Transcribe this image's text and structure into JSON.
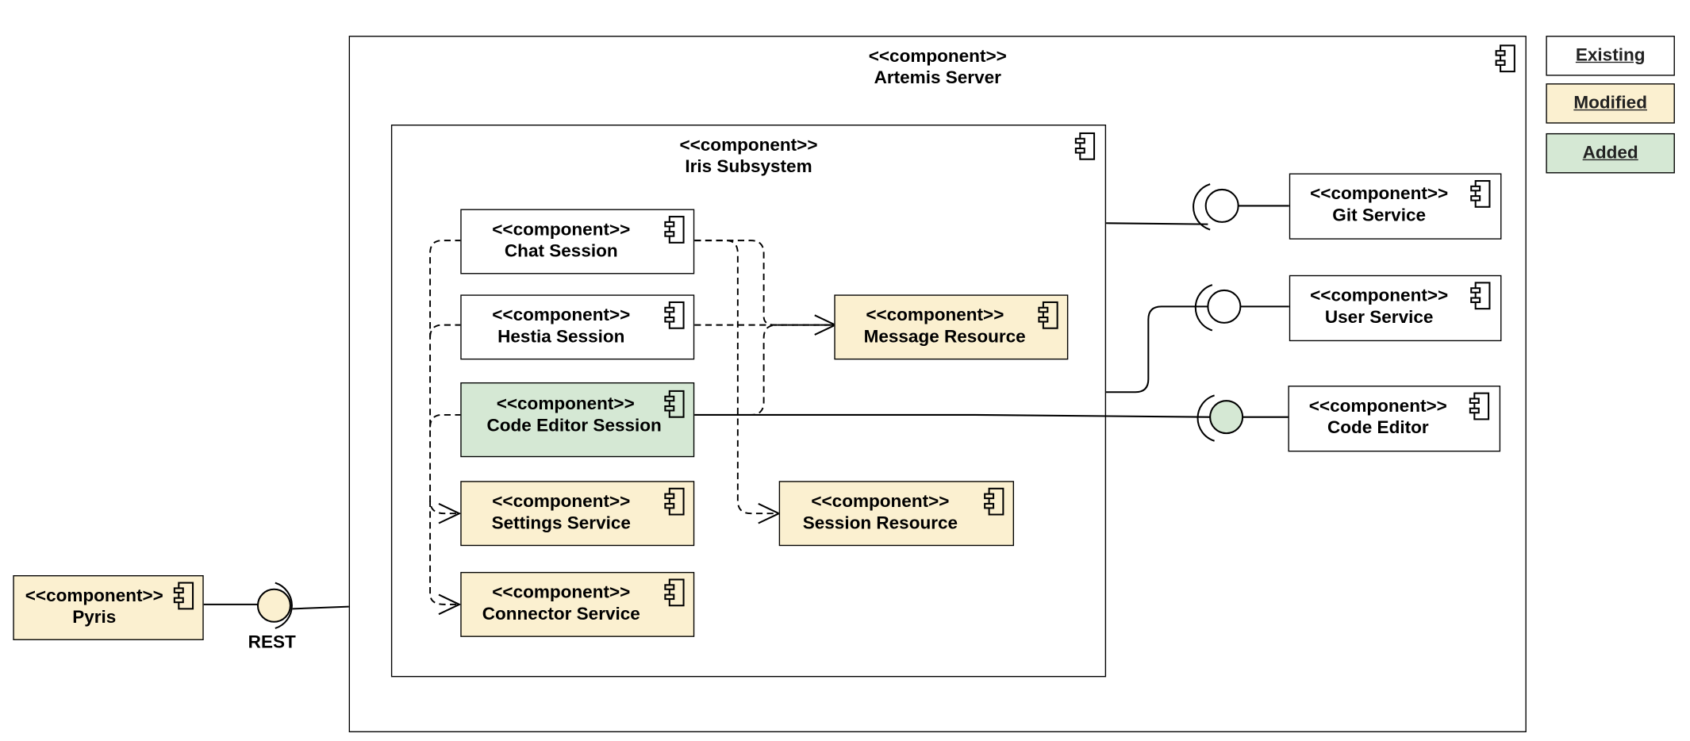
{
  "stereotype": "<<component>>",
  "containers": {
    "artemis": {
      "name": "Artemis Server"
    },
    "iris": {
      "name": "Iris Subsystem"
    }
  },
  "components": {
    "chat_session": "Chat Session",
    "hestia_session": "Hestia Session",
    "code_editor_session": "Code Editor Session",
    "settings_service": "Settings Service",
    "connector_service": "Connector Service",
    "message_resource": "Message Resource",
    "session_resource": "Session Resource",
    "git_service": "Git Service",
    "user_service": "User Service",
    "code_editor": "Code Editor",
    "pyris": "Pyris"
  },
  "interface_label": "REST",
  "legend": {
    "existing": "Existing",
    "modified": "Modified",
    "added": "Added"
  },
  "colors": {
    "modified_fill": "#fbf0d0",
    "added_fill": "#d5e8d4",
    "existing_fill": "#ffffff",
    "line": "#000000"
  }
}
